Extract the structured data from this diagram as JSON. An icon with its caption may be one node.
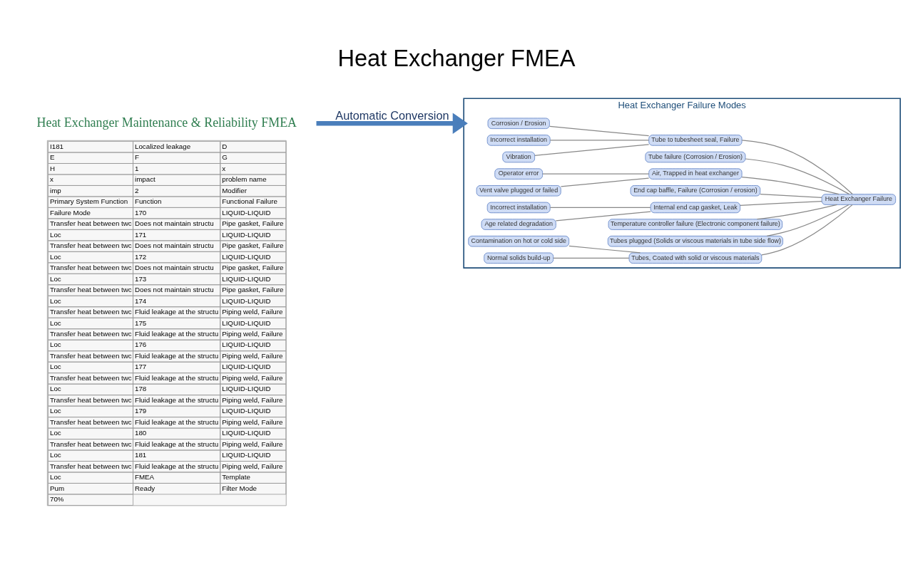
{
  "diagram": {
    "title": "Heat Exchanger FMEA",
    "nodes": [
      {
        "text": [
          "Heat Exchanger Maintenance & Reliability FMEA"
        ]
      },
      {
        "text": [
          "Heat Exchanger Failure Modes"
        ]
      },
      {
        "text": [
          "Corrosion / Erosion"
        ],
        "in": 1
      },
      {
        "text": [
          "Incorrect installation"
        ],
        "in": 1
      },
      {
        "text": [
          "Vibration"
        ],
        "in": 1
      },
      {
        "text": [
          "Tube to tubesheet seal, Failure"
        ],
        "in": 1
      },
      {
        "text": [
          "Tube failure (Corrosion / Erosion)"
        ],
        "in": 1
      },
      {
        "text": [
          "Operator error"
        ],
        "in": 1
      },
      {
        "text": [
          "Vent valve plugged or failed"
        ],
        "in": 1
      },
      {
        "text": [
          "Air, Trapped in heat exchanger"
        ],
        "in": 1
      },
      {
        "text": [
          "End cap baffle, Failure (Corrosion / erosion)"
        ],
        "in": 1
      },
      {
        "text": [
          "Incorrect installation"
        ],
        "in": 1
      },
      {
        "text": [
          "Age related degradation"
        ],
        "in": 1
      },
      {
        "text": [
          "Internal end cap gasket, Leak"
        ],
        "in": 1
      },
      {
        "text": [
          "Temperature controller failure (Electronic component failure)"
        ],
        "in": 1
      },
      {
        "text": [
          "Tubes plugged (Solids or viscous materials in tube side flow)"
        ],
        "in": 1
      },
      {
        "text": [
          "Contamination on hot or cold side"
        ],
        "in": 1
      },
      {
        "text": [
          "Normal solids build-up"
        ],
        "in": 1
      },
      {
        "text": [
          "Tubes, Coated with solid or viscous materials"
        ],
        "in": 1
      },
      {
        "text": [
          "Heat Exchanger Failure"
        ],
        "in": 1
      }
    ],
    "edges": [
      {
        "from": 0,
        "to": 1,
        "arrow": "to",
        "label": "Automatic Conversion",
        "style": "thick",
        "color": "#4a7ebb"
      },
      {
        "from": 2,
        "to": 5,
        "arrow": "none"
      },
      {
        "from": 3,
        "to": 5,
        "arrow": "none"
      },
      {
        "from": 4,
        "to": 5,
        "arrow": "none"
      },
      {
        "from": 7,
        "to": 9,
        "arrow": "none"
      },
      {
        "from": 8,
        "to": 9,
        "arrow": "none"
      },
      {
        "from": 11,
        "to": 13,
        "arrow": "none"
      },
      {
        "from": 12,
        "to": 13,
        "arrow": "none"
      },
      {
        "from": 16,
        "to": 18,
        "arrow": "none"
      },
      {
        "from": 17,
        "to": 18,
        "arrow": "none"
      },
      {
        "from": 5,
        "to": 19,
        "arrow": "none"
      },
      {
        "from": 6,
        "to": 19,
        "arrow": "none"
      },
      {
        "from": 9,
        "to": 19,
        "arrow": "none"
      },
      {
        "from": 10,
        "to": 19,
        "arrow": "none"
      },
      {
        "from": 13,
        "to": 19,
        "arrow": "none"
      },
      {
        "from": 14,
        "to": 19,
        "arrow": "none"
      },
      {
        "from": 15,
        "to": 19,
        "arrow": "none"
      },
      {
        "from": 18,
        "to": 19,
        "arrow": "none"
      }
    ],
    "labels": [
      "I181",
      "Localized leakage",
      "D",
      "E",
      "F",
      "G",
      "H",
      "1",
      "x",
      "x",
      "impact",
      "problem name",
      "imp",
      "2",
      "Modifier",
      "Primary System Function",
      "Function",
      "Functional Failure",
      "Failure Mode",
      "170",
      "LIQUID-LIQUID",
      "Transfer heat between twc",
      "Does not maintain structu",
      "Pipe gasket, Failure",
      "Loc",
      "171",
      "LIQUID-LIQUID",
      "Transfer heat between twc",
      "Does not maintain structu",
      "Pipe gasket, Failure",
      "Loc",
      "172",
      "LIQUID-LIQUID",
      "Transfer heat between twc",
      "Does not maintain structu",
      "Pipe gasket, Failure",
      "Loc",
      "173",
      "LIQUID-LIQUID",
      "Transfer heat between twc",
      "Does not maintain structu",
      "Pipe gasket, Failure",
      "Loc",
      "174",
      "LIQUID-LIQUID",
      "Transfer heat between twc",
      "Fluid leakage at the structu",
      "Piping weld, Failure",
      "Loc",
      "175",
      "LIQUID-LIQUID",
      "Transfer heat between twc",
      "Fluid leakage at the structu",
      "Piping weld, Failure",
      "Loc",
      "176",
      "LIQUID-LIQUID",
      "Transfer heat between twc",
      "Fluid leakage at the structu",
      "Piping weld, Failure",
      "Loc",
      "177",
      "LIQUID-LIQUID",
      "Transfer heat between twc",
      "Fluid leakage at the structu",
      "Piping weld, Failure",
      "Loc",
      "178",
      "LIQUID-LIQUID",
      "Transfer heat between twc",
      "Fluid leakage at the structu",
      "Piping weld, Failure",
      "Loc",
      "179",
      "LIQUID-LIQUID",
      "Transfer heat between twc",
      "Fluid leakage at the structu",
      "Piping weld, Failure",
      "Loc",
      "180",
      "LIQUID-LIQUID",
      "Transfer heat between twc",
      "Fluid leakage at the structu",
      "Piping weld, Failure",
      "Loc",
      "181",
      "LIQUID-LIQUID",
      "Transfer heat between twc",
      "Fluid leakage at the structu",
      "Piping weld, Failure",
      "Loc",
      "FMEA",
      "Template",
      "Pum",
      "Ready",
      "Filter Mode",
      "70%"
    ]
  }
}
